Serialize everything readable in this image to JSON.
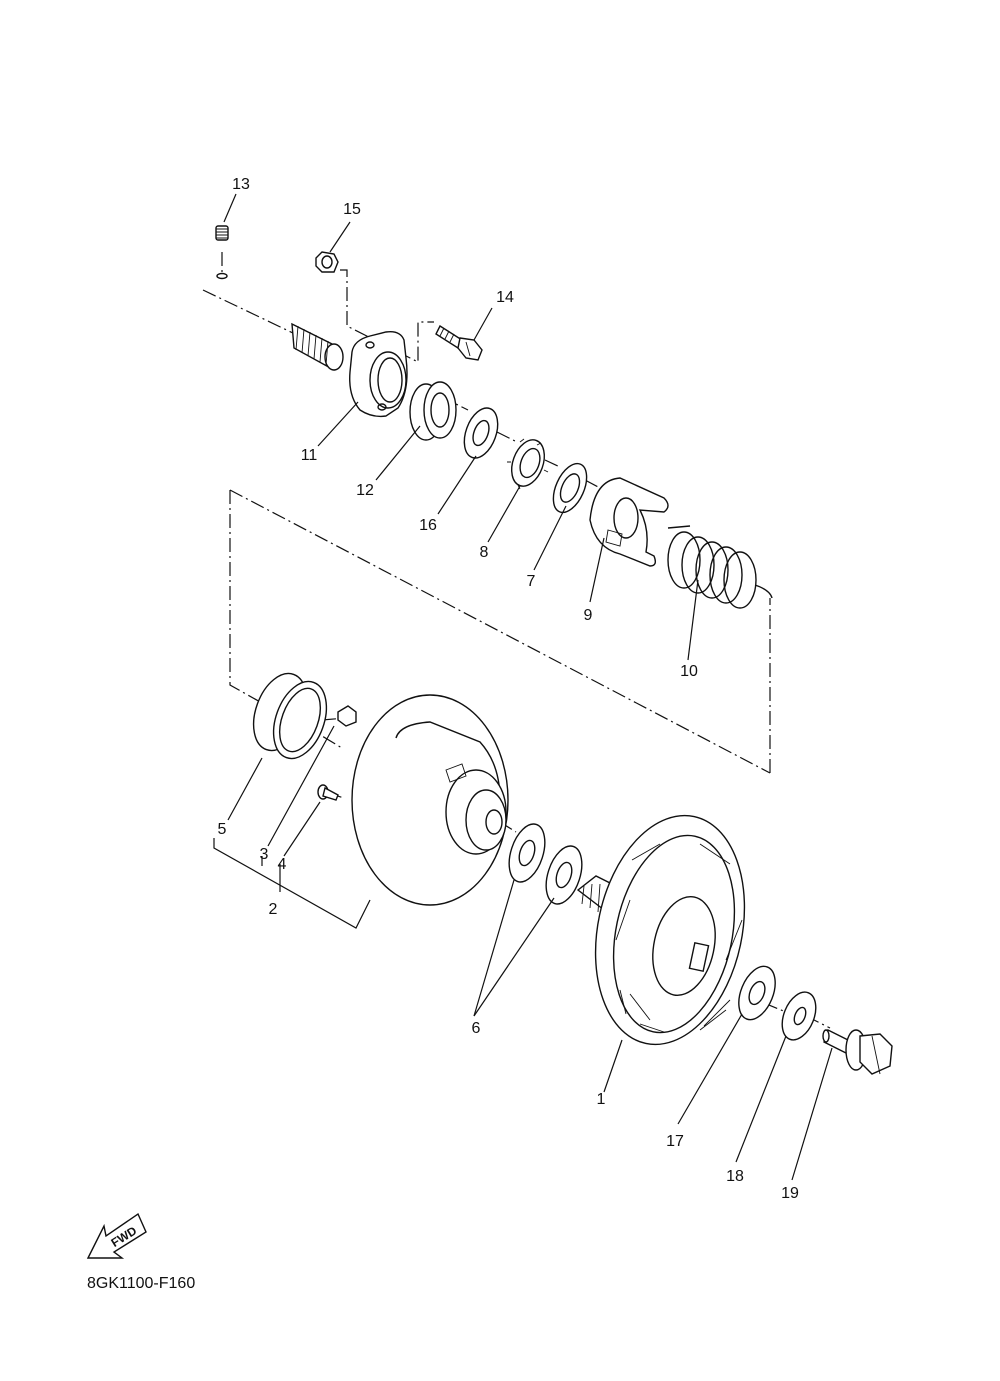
{
  "diagram": {
    "code": "8GK1100-F160",
    "fwd_label": "FWD",
    "callouts": [
      {
        "id": "1",
        "label": "1"
      },
      {
        "id": "2",
        "label": "2"
      },
      {
        "id": "3",
        "label": "3"
      },
      {
        "id": "4",
        "label": "4"
      },
      {
        "id": "5",
        "label": "5"
      },
      {
        "id": "6",
        "label": "6"
      },
      {
        "id": "7",
        "label": "7"
      },
      {
        "id": "8",
        "label": "8"
      },
      {
        "id": "9",
        "label": "9"
      },
      {
        "id": "10",
        "label": "10"
      },
      {
        "id": "11",
        "label": "11"
      },
      {
        "id": "12",
        "label": "12"
      },
      {
        "id": "13",
        "label": "13"
      },
      {
        "id": "14",
        "label": "14"
      },
      {
        "id": "15",
        "label": "15"
      },
      {
        "id": "16",
        "label": "16"
      },
      {
        "id": "17",
        "label": "17"
      },
      {
        "id": "18",
        "label": "18"
      },
      {
        "id": "19",
        "label": "19"
      }
    ]
  }
}
